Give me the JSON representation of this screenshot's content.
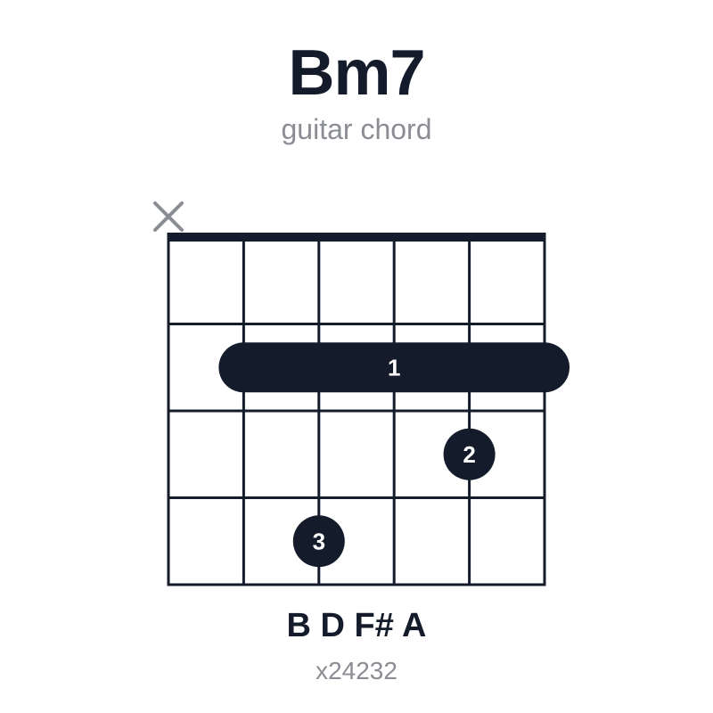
{
  "chord": {
    "name": "Bm7",
    "subtitle": "guitar chord",
    "notes": "B D F# A",
    "shape": "x24232"
  },
  "diagram": {
    "strings": 6,
    "frets_shown": 4,
    "muted_strings": [
      1
    ],
    "barre": {
      "fret": 2,
      "from_string": 2,
      "to_string": 6,
      "finger": "1"
    },
    "dots": [
      {
        "string": 5,
        "fret": 3,
        "finger": "2"
      },
      {
        "string": 3,
        "fret": 4,
        "finger": "3"
      }
    ]
  },
  "colors": {
    "ink": "#141b2b",
    "muted": "#8a8d93",
    "finger_text": "#ffffff"
  }
}
